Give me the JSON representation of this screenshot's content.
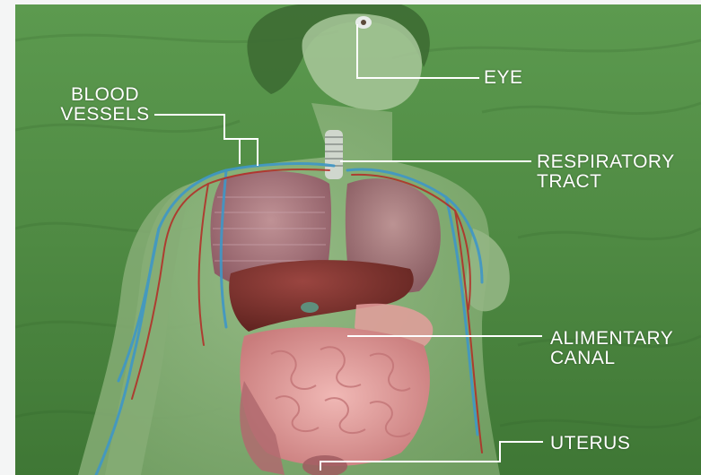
{
  "labels": {
    "blood_vessels": [
      "BLOOD",
      "VESSELS"
    ],
    "eye": "EYE",
    "respiratory_tract": [
      "RESPIRATORY",
      "TRACT"
    ],
    "alimentary_canal": [
      "ALIMENTARY",
      "CANAL"
    ],
    "uterus": "UTERUS"
  },
  "colors": {
    "background_green": "#4f8a43",
    "line_white": "#ffffff",
    "lung": "#b77b86",
    "liver": "#7a2f2a",
    "intestine": "#e7a8a6",
    "vein_blue": "#3f97c7",
    "artery_red": "#b42a25"
  }
}
